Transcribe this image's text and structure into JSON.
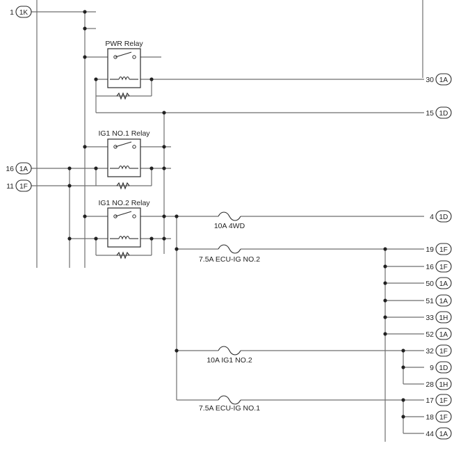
{
  "relays": [
    {
      "id": "pwr",
      "label": "PWR Relay"
    },
    {
      "id": "ig1no1",
      "label": "IG1 NO.1 Relay"
    },
    {
      "id": "ig1no2",
      "label": "IG1 NO.2 Relay"
    }
  ],
  "fuses": [
    {
      "id": "f4wd",
      "label": "10A 4WD"
    },
    {
      "id": "fecuig2",
      "label": "7.5A ECU-IG NO.2"
    },
    {
      "id": "fig1no2",
      "label": "10A IG1 NO.2"
    },
    {
      "id": "fecuig1",
      "label": "7.5A ECU-IG NO.1"
    }
  ],
  "left_terminals": [
    {
      "pin": "1",
      "connector": "1K"
    },
    {
      "pin": "16",
      "connector": "1A"
    },
    {
      "pin": "11",
      "connector": "1F"
    }
  ],
  "right_terminals": [
    {
      "pin": "30",
      "connector": "1A"
    },
    {
      "pin": "15",
      "connector": "1D"
    },
    {
      "pin": "4",
      "connector": "1D"
    },
    {
      "pin": "19",
      "connector": "1F"
    },
    {
      "pin": "16",
      "connector": "1F"
    },
    {
      "pin": "50",
      "connector": "1A"
    },
    {
      "pin": "51",
      "connector": "1A"
    },
    {
      "pin": "33",
      "connector": "1H"
    },
    {
      "pin": "52",
      "connector": "1A"
    },
    {
      "pin": "32",
      "connector": "1F"
    },
    {
      "pin": "9",
      "connector": "1D"
    },
    {
      "pin": "28",
      "connector": "1H"
    },
    {
      "pin": "17",
      "connector": "1F"
    },
    {
      "pin": "18",
      "connector": "1F"
    },
    {
      "pin": "44",
      "connector": "1A"
    }
  ]
}
